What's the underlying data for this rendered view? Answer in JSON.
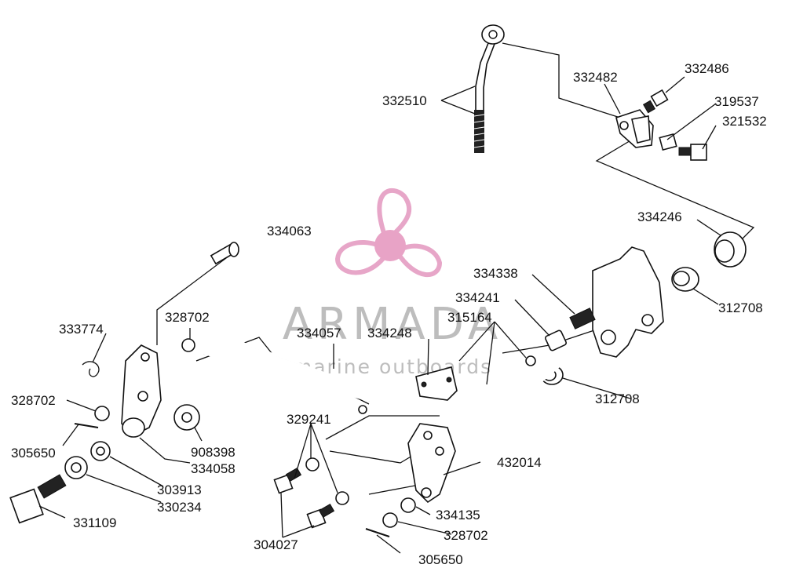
{
  "watermark": {
    "brand": "ARMADA",
    "tagline": "marine outboards",
    "colors": {
      "propeller": "#e7a6c8",
      "hub": "#e8a3c6",
      "text": "#bdbdbd"
    }
  },
  "part_labels": [
    {
      "id": "p332510",
      "text": "332510"
    },
    {
      "id": "p332482",
      "text": "332482"
    },
    {
      "id": "p332486",
      "text": "332486"
    },
    {
      "id": "p319537",
      "text": "319537"
    },
    {
      "id": "p321532",
      "text": "321532"
    },
    {
      "id": "p334246",
      "text": "334246"
    },
    {
      "id": "p334063",
      "text": "334063"
    },
    {
      "id": "p334338",
      "text": "334338"
    },
    {
      "id": "p312708a",
      "text": "312708"
    },
    {
      "id": "p334241",
      "text": "334241"
    },
    {
      "id": "p315164",
      "text": "315164"
    },
    {
      "id": "p333774",
      "text": "333774"
    },
    {
      "id": "p328702a",
      "text": "328702"
    },
    {
      "id": "p334057",
      "text": "334057"
    },
    {
      "id": "p334248",
      "text": "334248"
    },
    {
      "id": "p312708b",
      "text": "312708"
    },
    {
      "id": "p328702b",
      "text": "328702"
    },
    {
      "id": "p329241",
      "text": "329241"
    },
    {
      "id": "p305650a",
      "text": "305650"
    },
    {
      "id": "p908398",
      "text": "908398"
    },
    {
      "id": "p334058",
      "text": "334058"
    },
    {
      "id": "p432014",
      "text": "432014"
    },
    {
      "id": "p303913",
      "text": "303913"
    },
    {
      "id": "p330234",
      "text": "330234"
    },
    {
      "id": "p331109",
      "text": "331109"
    },
    {
      "id": "p334135",
      "text": "334135"
    },
    {
      "id": "p328702c",
      "text": "328702"
    },
    {
      "id": "p304027",
      "text": "304027"
    },
    {
      "id": "p305650b",
      "text": "305650"
    }
  ]
}
